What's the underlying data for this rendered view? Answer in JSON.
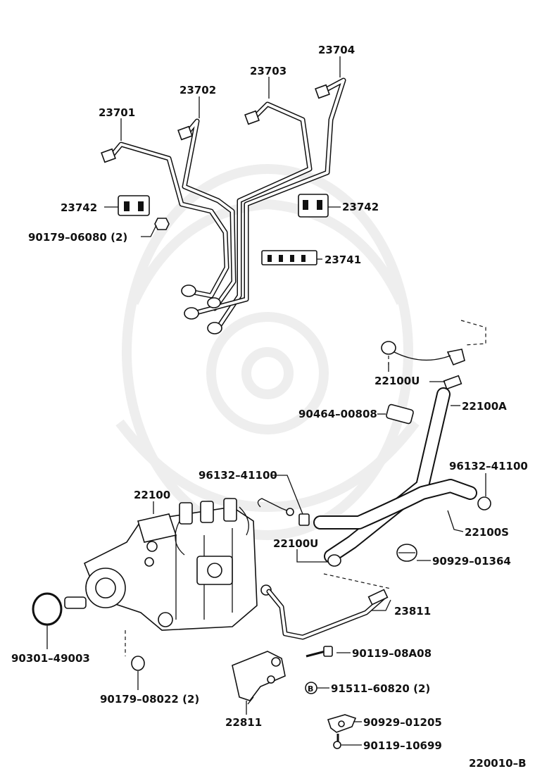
{
  "diagram": {
    "labels": {
      "p23704": "23704",
      "p23703": "23703",
      "p23702": "23702",
      "p23701": "23701",
      "p23742_left": "23742",
      "p23742_right": "23742",
      "p90179_06080": "90179–06080 (2)",
      "p23741": "23741",
      "p22100U_top": "22100U",
      "p22100A": "22100A",
      "p90464_00808": "90464–00808",
      "p96132_41100_left": "96132–41100",
      "p96132_41100_right": "96132–41100",
      "p22100": "22100",
      "p22100S": "22100S",
      "p22100U_mid": "22100U",
      "p90929_01364": "90929–01364",
      "p23811": "23811",
      "p90301_49003": "90301–49003",
      "p90119_08A08": "90119–08A08",
      "p91511_60820": "91511–60820 (2)",
      "p90179_08022": "90179–08022 (2)",
      "p22811": "22811",
      "p90929_01205": "90929–01205",
      "p90119_10699": "90119–10699",
      "ref_code": "220010–B"
    },
    "bolt_symbol": "B"
  }
}
